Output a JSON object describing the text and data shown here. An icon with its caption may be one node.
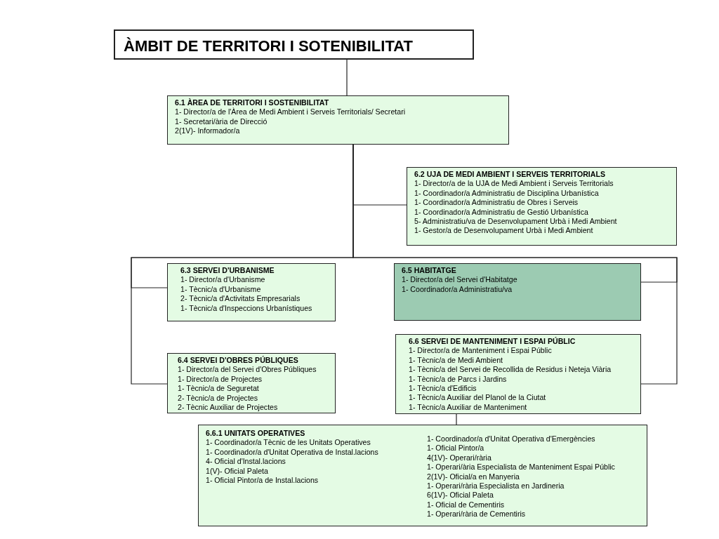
{
  "diagram": {
    "nodes": [
      {
        "text": [
          "ÀMBIT DE TERRITORI I SOTENIBILITAT"
        ]
      },
      {
        "text": [
          "6.1 ÀREA DE TERRITORI I SOSTENIBILITAT",
          "1- Director/a de l'Àrea de Medi Ambient i Serveis Territorials/ Secretari",
          "1- Secretari/ària de Direcció",
          "2(1V)- Informador/a"
        ]
      },
      {
        "text": [
          "6.2 UJA DE MEDI AMBIENT I SERVEIS TERRITORIALS",
          "1- Director/a de la UJA de Medi Ambient i Serveis Territorials",
          "1- Coordinador/a Administratiu de Disciplina Urbanística",
          "1- Coordinador/a Administratiu de Obres i Serveis",
          "1- Coordinador/a Administratiu de Gestió Urbanística",
          "5- Administratiu/va de Desenvolupament Urbà i Medi Ambient",
          "1- Gestor/a de Desenvolupament Urbà i Medi Ambient"
        ]
      },
      {
        "text": [
          "6.3 SERVEI D'URBANISME",
          "1- Director/a d'Urbanisme",
          "1- Tècnic/a d'Urbanisme",
          "2- Tècnic/a d'Activitats Empresarials",
          "1- Tècnic/a d'Inspeccions Urbanístiques"
        ]
      },
      {
        "text": [
          "6.5 HABITATGE",
          "1- Director/a del Servei d'Habitatge",
          "1- Coordinador/a Administratiu/va"
        ]
      },
      {
        "text": [
          "6.4 SERVEI D'OBRES PÚBLIQUES",
          "1- Director/a del Servei d'Obres Públiques",
          "1- Director/a de Projectes",
          "1- Tècnic/a de Seguretat",
          "2- Tècnic/a de Projectes",
          "2- Tècnic Auxiliar de Projectes"
        ]
      },
      {
        "text": [
          "6.6 SERVEI DE MANTENIMENT I ESPAI PÚBLIC",
          "1- Director/a de Manteniment i Espai Públic",
          "1- Tècnic/a de Medi Ambient",
          "1- Tècnic/a del Servei de Recollida de Residus i Neteja Viària",
          "1- Tècnic/a de Parcs i Jardins",
          "1- Tècnic/a d'Edificis",
          "1- Tècnic/a Auxiliar del Planol de la Ciutat",
          "1- Tècnic/a Auxiliar de Manteniment"
        ]
      },
      {
        "text": [
          "6.6.1 UNITATS OPERATIVES",
          "1- Coordinador/a Tècnic de les Unitats Operatives",
          "1- Coordinador/a d'Unitat Operativa de Instal.lacions",
          "4- Oficial d'Instal.lacions",
          "1(V)- Oficial Paleta",
          "1- Oficial Pintor/a de Instal.lacions",
          "1- Coordinador/a d'Unitat Operativa d'Emergències",
          "1- Oficial Pintor/a",
          "4(1V)- Operari/rària",
          "1- Operari/ària Especialista de Manteniment Espai Públic",
          "2(1V)- Oficial/a en Manyeria",
          "1- Operari/rària Especialista en Jardineria",
          "6(1V)- Oficial Paleta",
          "1- Oficial de Cementiris",
          "1- Operari/rària de Cementiris"
        ]
      }
    ],
    "edges": [
      {
        "from": 0,
        "to": 1,
        "arrow": "none"
      },
      {
        "from": 1,
        "to": 2,
        "arrow": "none"
      },
      {
        "from": 1,
        "to": 3,
        "arrow": "none"
      },
      {
        "from": 1,
        "to": 4,
        "arrow": "none"
      },
      {
        "from": 1,
        "to": 5,
        "arrow": "none"
      },
      {
        "from": 1,
        "to": 6,
        "arrow": "none"
      },
      {
        "from": 6,
        "to": 7,
        "arrow": "none"
      }
    ]
  }
}
